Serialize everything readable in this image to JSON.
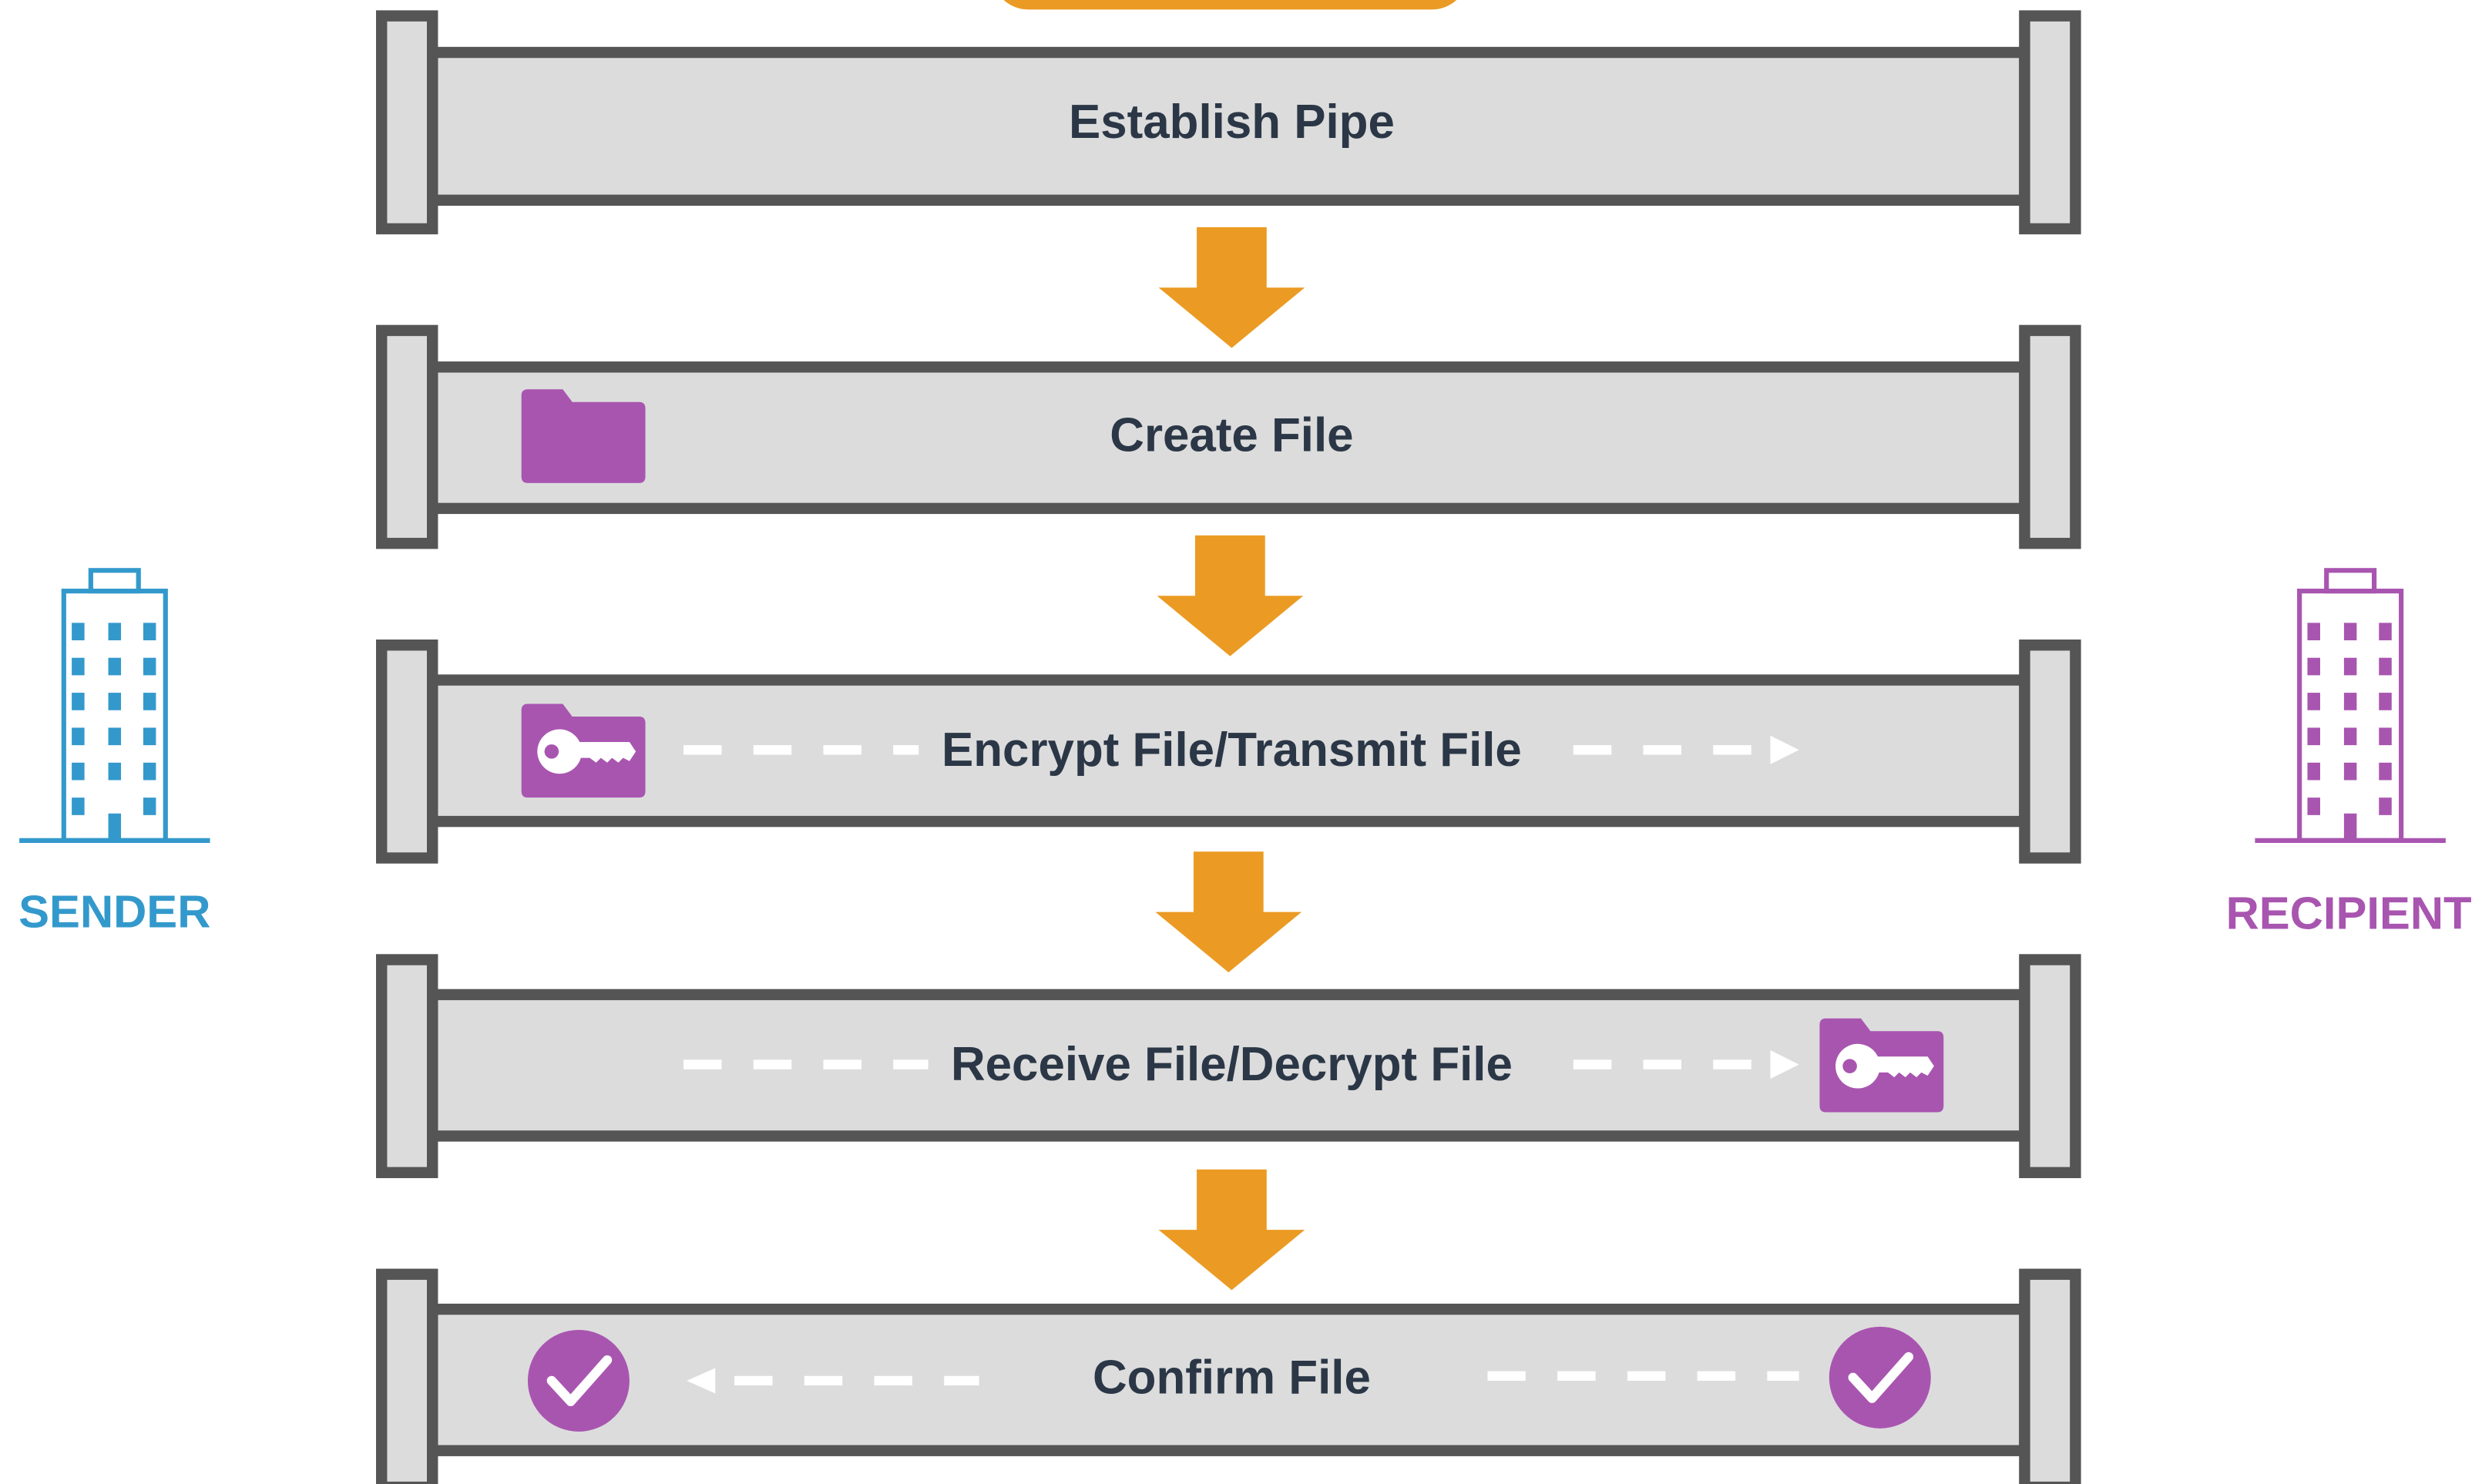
{
  "sender": {
    "label": "SENDER"
  },
  "recipient": {
    "label": "RECIPIENT"
  },
  "steps": [
    {
      "label": "Establish Pipe"
    },
    {
      "label": "Create File"
    },
    {
      "label": "Encrypt File/Transmit File"
    },
    {
      "label": "Receive File/Decrypt File"
    },
    {
      "label": "Confirm File"
    }
  ],
  "colors": {
    "sender": "#3399cc",
    "recipient": "#a855b0",
    "arrow": "#eb9b23",
    "pipe_fill": "#dcdcdc",
    "pipe_stroke": "#555555",
    "text": "#2b3746",
    "dash": "#ffffff"
  },
  "icons": {
    "sender": "office-building-icon",
    "recipient": "office-building-icon",
    "create": "folder-icon",
    "encrypt": "key-folder-icon",
    "decrypt": "key-folder-icon",
    "confirm": "check-circle-icon",
    "flow": "down-arrow-icon"
  }
}
